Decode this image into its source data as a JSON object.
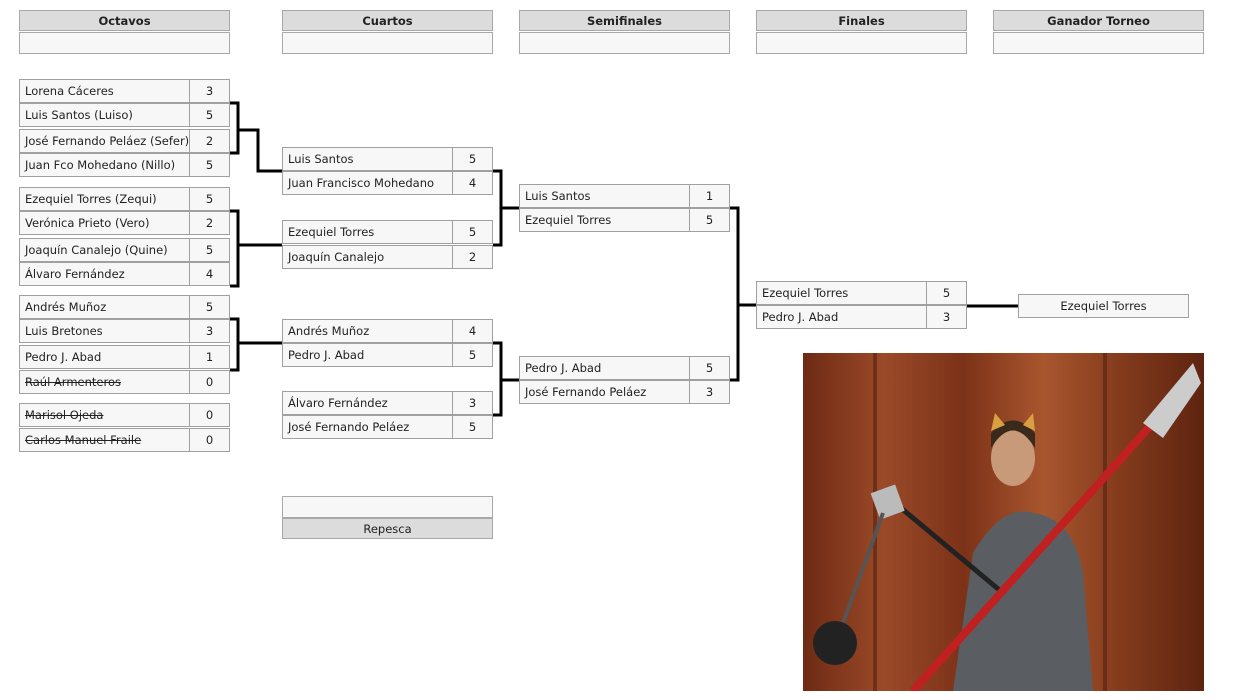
{
  "headers": [
    "Octavos",
    "Cuartos",
    "Semifinales",
    "Finales",
    "Ganador Torneo"
  ],
  "octavos": [
    {
      "name": "Lorena Cáceres",
      "score": "3"
    },
    {
      "name": "Luis Santos (Luiso)",
      "score": "5"
    },
    {
      "name": "José Fernando Peláez (Sefer)",
      "score": "2"
    },
    {
      "name": "Juan Fco Mohedano (Nillo)",
      "score": "5"
    },
    {
      "name": "Ezequiel Torres (Zequi)",
      "score": "5"
    },
    {
      "name": "Verónica Prieto (Vero)",
      "score": "2"
    },
    {
      "name": "Joaquín Canalejo (Quine)",
      "score": "5"
    },
    {
      "name": "Álvaro Fernández",
      "score": "4"
    },
    {
      "name": "Andrés Muñoz",
      "score": "5"
    },
    {
      "name": "Luis Bretones",
      "score": "3"
    },
    {
      "name": "Pedro J. Abad",
      "score": "1"
    },
    {
      "name": "Raúl Armenteros",
      "score": "0"
    },
    {
      "name": "Marisol Ojeda",
      "score": "0"
    },
    {
      "name": "Carlos Manuel Fraile",
      "score": "0"
    }
  ],
  "cuartos": [
    {
      "name": "Luis Santos",
      "score": "5"
    },
    {
      "name": "Juan Francisco Mohedano",
      "score": "4"
    },
    {
      "name": "Ezequiel Torres",
      "score": "5"
    },
    {
      "name": "Joaquín Canalejo",
      "score": "2"
    },
    {
      "name": "Andrés Muñoz",
      "score": "4"
    },
    {
      "name": "Pedro J. Abad",
      "score": "5"
    },
    {
      "name": "Álvaro Fernández",
      "score": "3"
    },
    {
      "name": "José Fernando Peláez",
      "score": "5"
    }
  ],
  "semis": [
    {
      "name": "Luis Santos",
      "score": "1"
    },
    {
      "name": "Ezequiel Torres",
      "score": "5"
    },
    {
      "name": "Pedro J. Abad",
      "score": "5"
    },
    {
      "name": "José Fernando Peláez",
      "score": "3"
    }
  ],
  "finales": [
    {
      "name": "Ezequiel Torres",
      "score": "5"
    },
    {
      "name": "Pedro J. Abad",
      "score": "3"
    }
  ],
  "winner": "Ezequiel Torres",
  "repesca": "Repesca"
}
